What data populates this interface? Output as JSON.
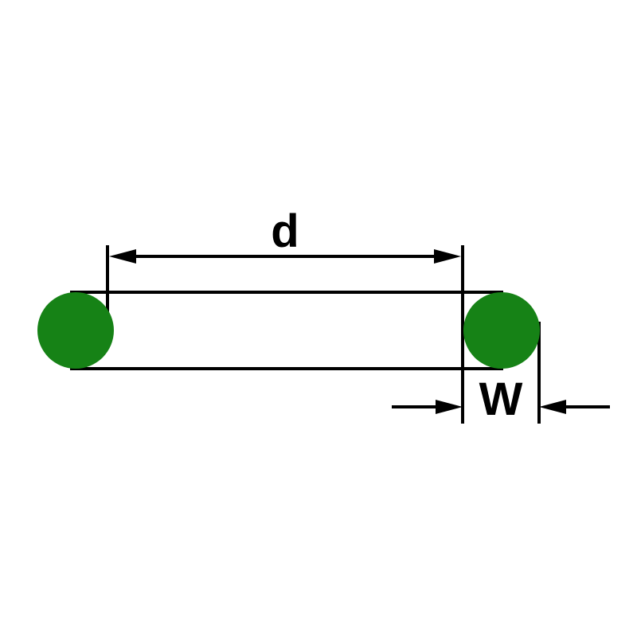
{
  "diagram": {
    "type": "o-ring dimension drawing",
    "labels": {
      "inner_diameter": "d",
      "cross_section_width": "W"
    },
    "colors": {
      "ring": "#168216",
      "line": "#000000",
      "background": "#ffffff"
    }
  }
}
